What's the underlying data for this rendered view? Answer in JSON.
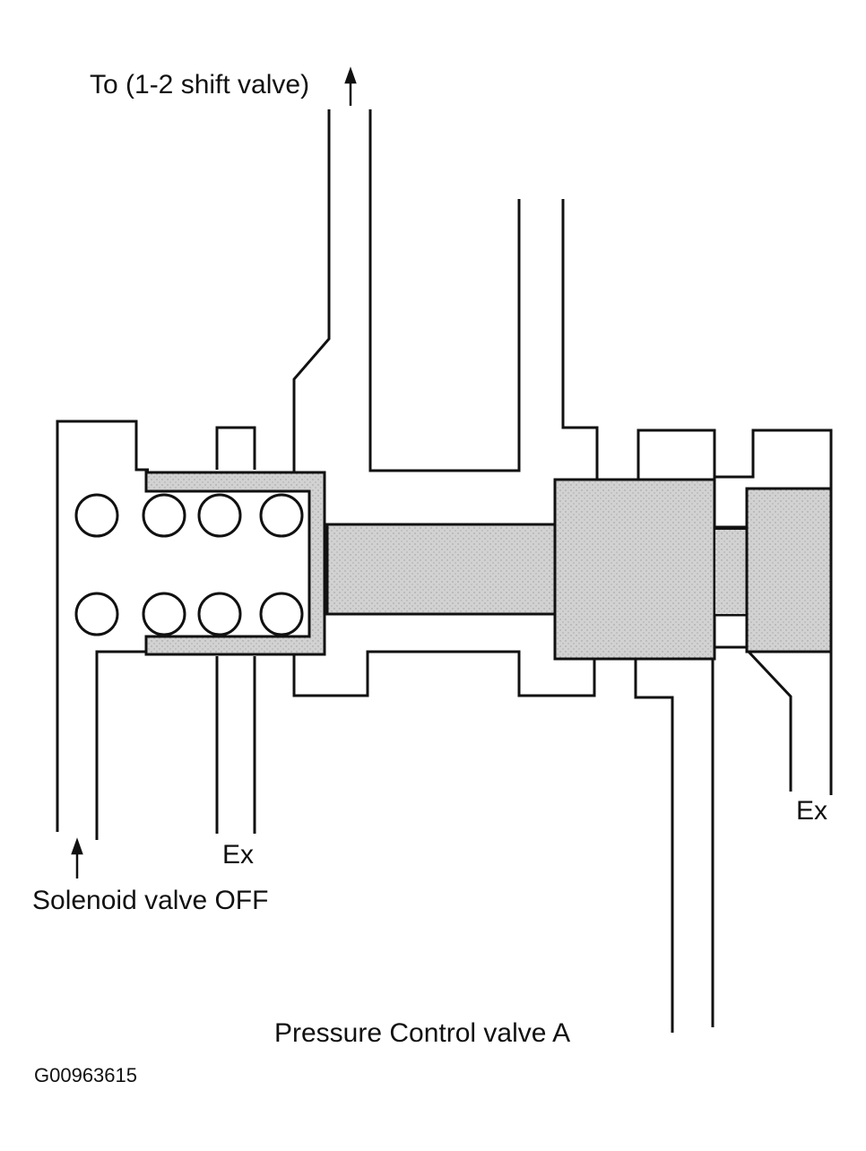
{
  "labels": {
    "to_shift_valve": "To (1-2 shift valve)",
    "ex_left": "Ex",
    "ex_right": "Ex",
    "solenoid_state": "Solenoid valve OFF",
    "valve_name": "Pressure Control valve A",
    "figure_id": "G00963615"
  },
  "colors": {
    "line": "#111111",
    "shaded": "#c8c8c8",
    "shaded_light": "#dadada",
    "background": "#ffffff"
  },
  "icons": {
    "arrow_up": "up-arrow-icon",
    "spring_coil": "spring-coil-icon"
  }
}
